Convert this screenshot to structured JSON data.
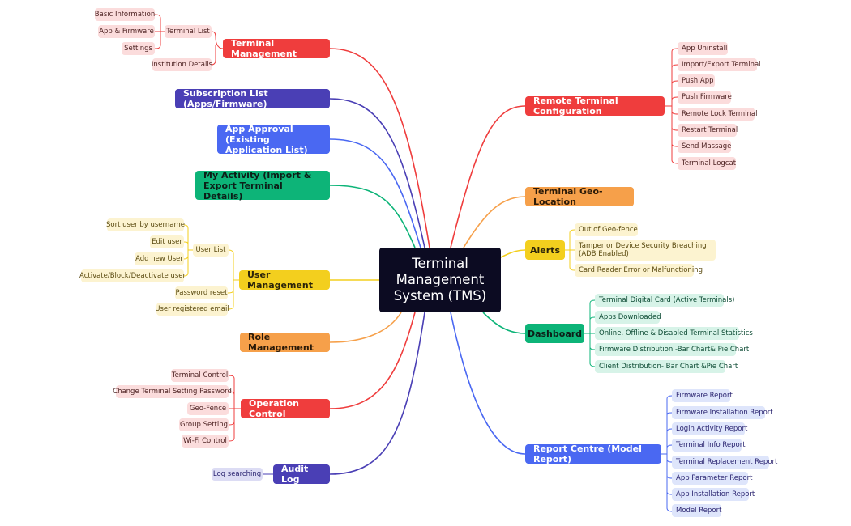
{
  "center": {
    "title": "Terminal Management System (TMS)"
  },
  "colors": {
    "red": "#ef3d3d",
    "red_leaf": "#fbdcdc",
    "red_text": "#4a1f1f",
    "indigo": "#4a3fb5",
    "indigo_leaf": "#dcdcf4",
    "indigo_text": "#2a2470",
    "blue": "#4a68f2",
    "blue_leaf": "#dee5fb",
    "green": "#0db478",
    "green_leaf": "#d7f3e8",
    "green_text": "#0c4a33",
    "orange": "#f6a04a",
    "yellow": "#f3cf1e",
    "yellow_leaf": "#fcf3d0",
    "yellow_text": "#5a4a10"
  },
  "branches": {
    "terminal_management": {
      "label": "Terminal Management",
      "terminal_list": {
        "label": "Terminal List",
        "items": [
          "Basic Information",
          "App & Firmware",
          "Settings"
        ]
      },
      "institution_details": "Institution Details"
    },
    "subscription_list": {
      "label": "Subscription List (Apps/Firmware)"
    },
    "app_approval": {
      "label": "App Approval (Existing Application List)"
    },
    "my_activity": {
      "label": "My Activity (Import & Export Terminal Details)"
    },
    "user_management": {
      "label": "User Management",
      "user_list": {
        "label": "User List",
        "items": [
          "Sort user by username",
          "Edit user",
          "Add new User",
          "Activate/Block/Deactivate user"
        ]
      },
      "password_reset": "Password reset",
      "user_registered_email": "User registered email"
    },
    "role_management": {
      "label": "Role Management"
    },
    "operation_control": {
      "label": "Operation Control",
      "items": [
        "Terminal Control",
        "Change Terminal Setting Password",
        "Geo-Fence",
        "Group Setting",
        "Wi-Fi Control"
      ]
    },
    "audit_log": {
      "label": "Audit Log",
      "items": [
        "Log searching"
      ]
    },
    "remote_terminal_configuration": {
      "label": "Remote Terminal Configuration",
      "items": [
        "App Uninstall",
        "Import/Export Terminal",
        "Push App",
        "Push Firmware",
        "Remote Lock Terminal",
        "Restart Terminal",
        "Send Massage",
        "Terminal Logcat"
      ]
    },
    "terminal_geo_location": {
      "label": "Terminal Geo-Location"
    },
    "alerts": {
      "label": "Alerts",
      "items": [
        "Out of Geo-fence",
        "Tamper or Device Security Breaching (ADB Enabled)",
        "Card Reader Error or Malfunctioning"
      ]
    },
    "dashboard": {
      "label": "Dashboard",
      "items": [
        "Terminal Digital Card (Active Terminals)",
        "Apps Downloaded",
        "Online, Offline & Disabled Terminal Statistics",
        "Firmware Distribution -Bar Chart& Pie Chart",
        "Client Distribution- Bar Chart &Pie Chart"
      ]
    },
    "report_centre": {
      "label": "Report Centre (Model Report)",
      "items": [
        "Firmware Report",
        "Firmware Installation Report",
        "Login Activity Report",
        "Terminal Info Report",
        "Terminal Replacement Report",
        "App Parameter Report",
        "App Installation Report",
        "Model Report"
      ]
    }
  }
}
